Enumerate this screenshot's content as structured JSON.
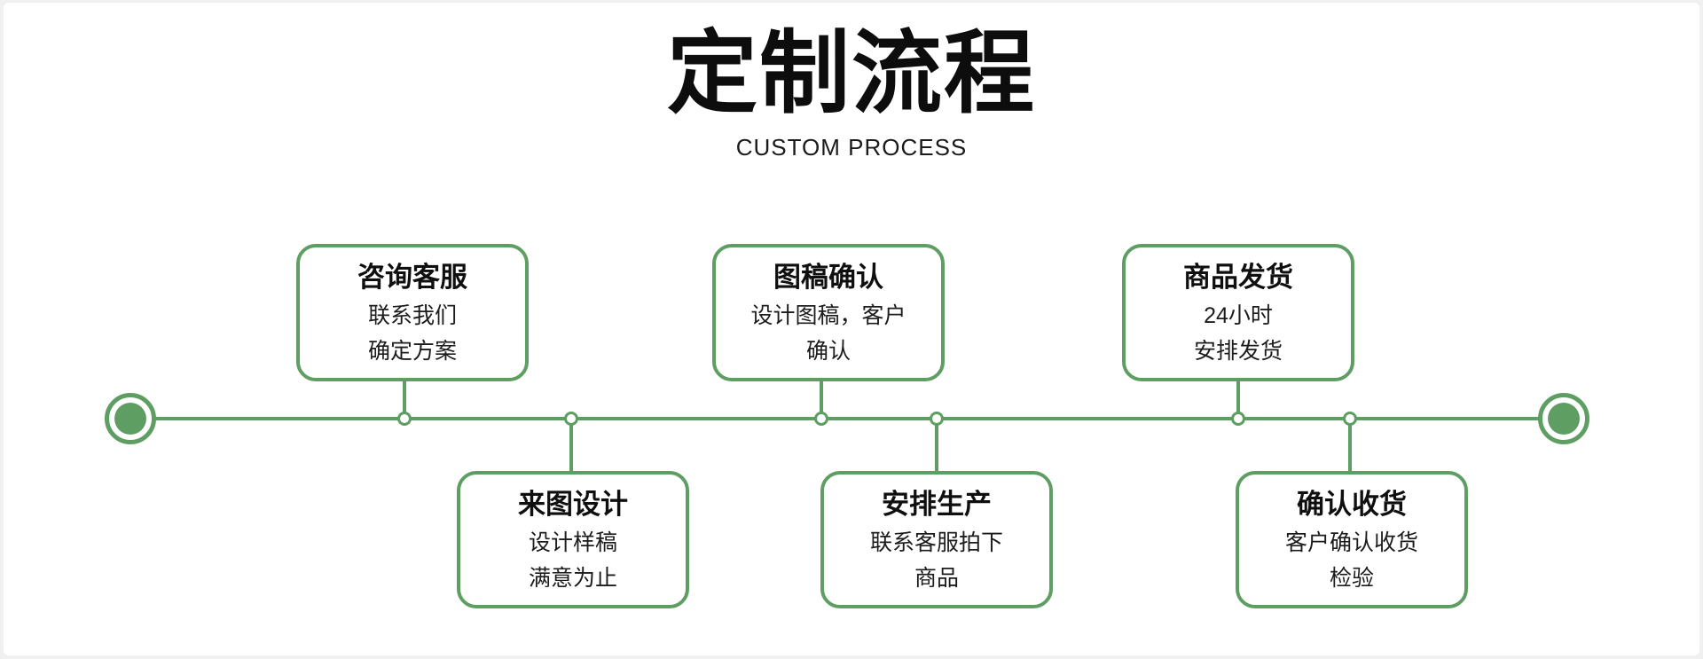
{
  "header": {
    "title": "定制流程",
    "subtitle": "CUSTOM PROCESS"
  },
  "colors": {
    "green": "#5f9e63",
    "text": "#0f0f0f",
    "background": "#ffffff"
  },
  "timeline": {
    "start_marker": "filled-circle",
    "end_marker": "filled-circle",
    "node_style": "small-open-circle"
  },
  "steps": [
    {
      "title": "咨询客服",
      "desc": [
        "联系我们",
        "确定方案"
      ],
      "position": "top"
    },
    {
      "title": "来图设计",
      "desc": [
        "设计样稿",
        "满意为止"
      ],
      "position": "bottom"
    },
    {
      "title": "图稿确认",
      "desc": [
        "设计图稿，客户",
        "确认"
      ],
      "position": "top"
    },
    {
      "title": "安排生产",
      "desc": [
        "联系客服拍下",
        "商品"
      ],
      "position": "bottom"
    },
    {
      "title": "商品发货",
      "desc": [
        "24小时",
        "安排发货"
      ],
      "position": "top"
    },
    {
      "title": "确认收货",
      "desc": [
        "客户确认收货",
        "检验"
      ],
      "position": "bottom"
    }
  ]
}
